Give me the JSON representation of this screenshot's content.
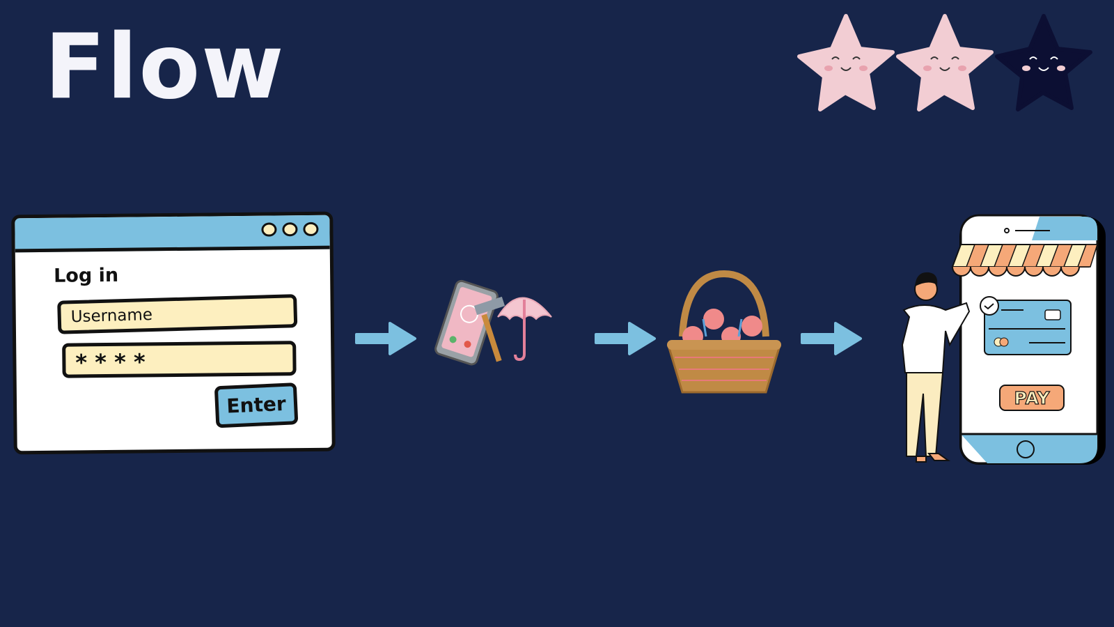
{
  "title": "Flow",
  "rating": {
    "filled": 2,
    "total": 3
  },
  "login": {
    "heading": "Log in",
    "username_placeholder": "Username",
    "password_value": "* * * *",
    "enter_label": "Enter"
  },
  "payment": {
    "pay_label": "PAY"
  },
  "colors": {
    "background": "#17254a",
    "accent_blue": "#7cc0e0",
    "field_yellow": "#fdefbf",
    "star_pink": "#f2cdd3",
    "star_dark": "#0c0f33",
    "orange": "#f5a878"
  },
  "steps": [
    "login",
    "browse-products",
    "basket",
    "pay"
  ]
}
